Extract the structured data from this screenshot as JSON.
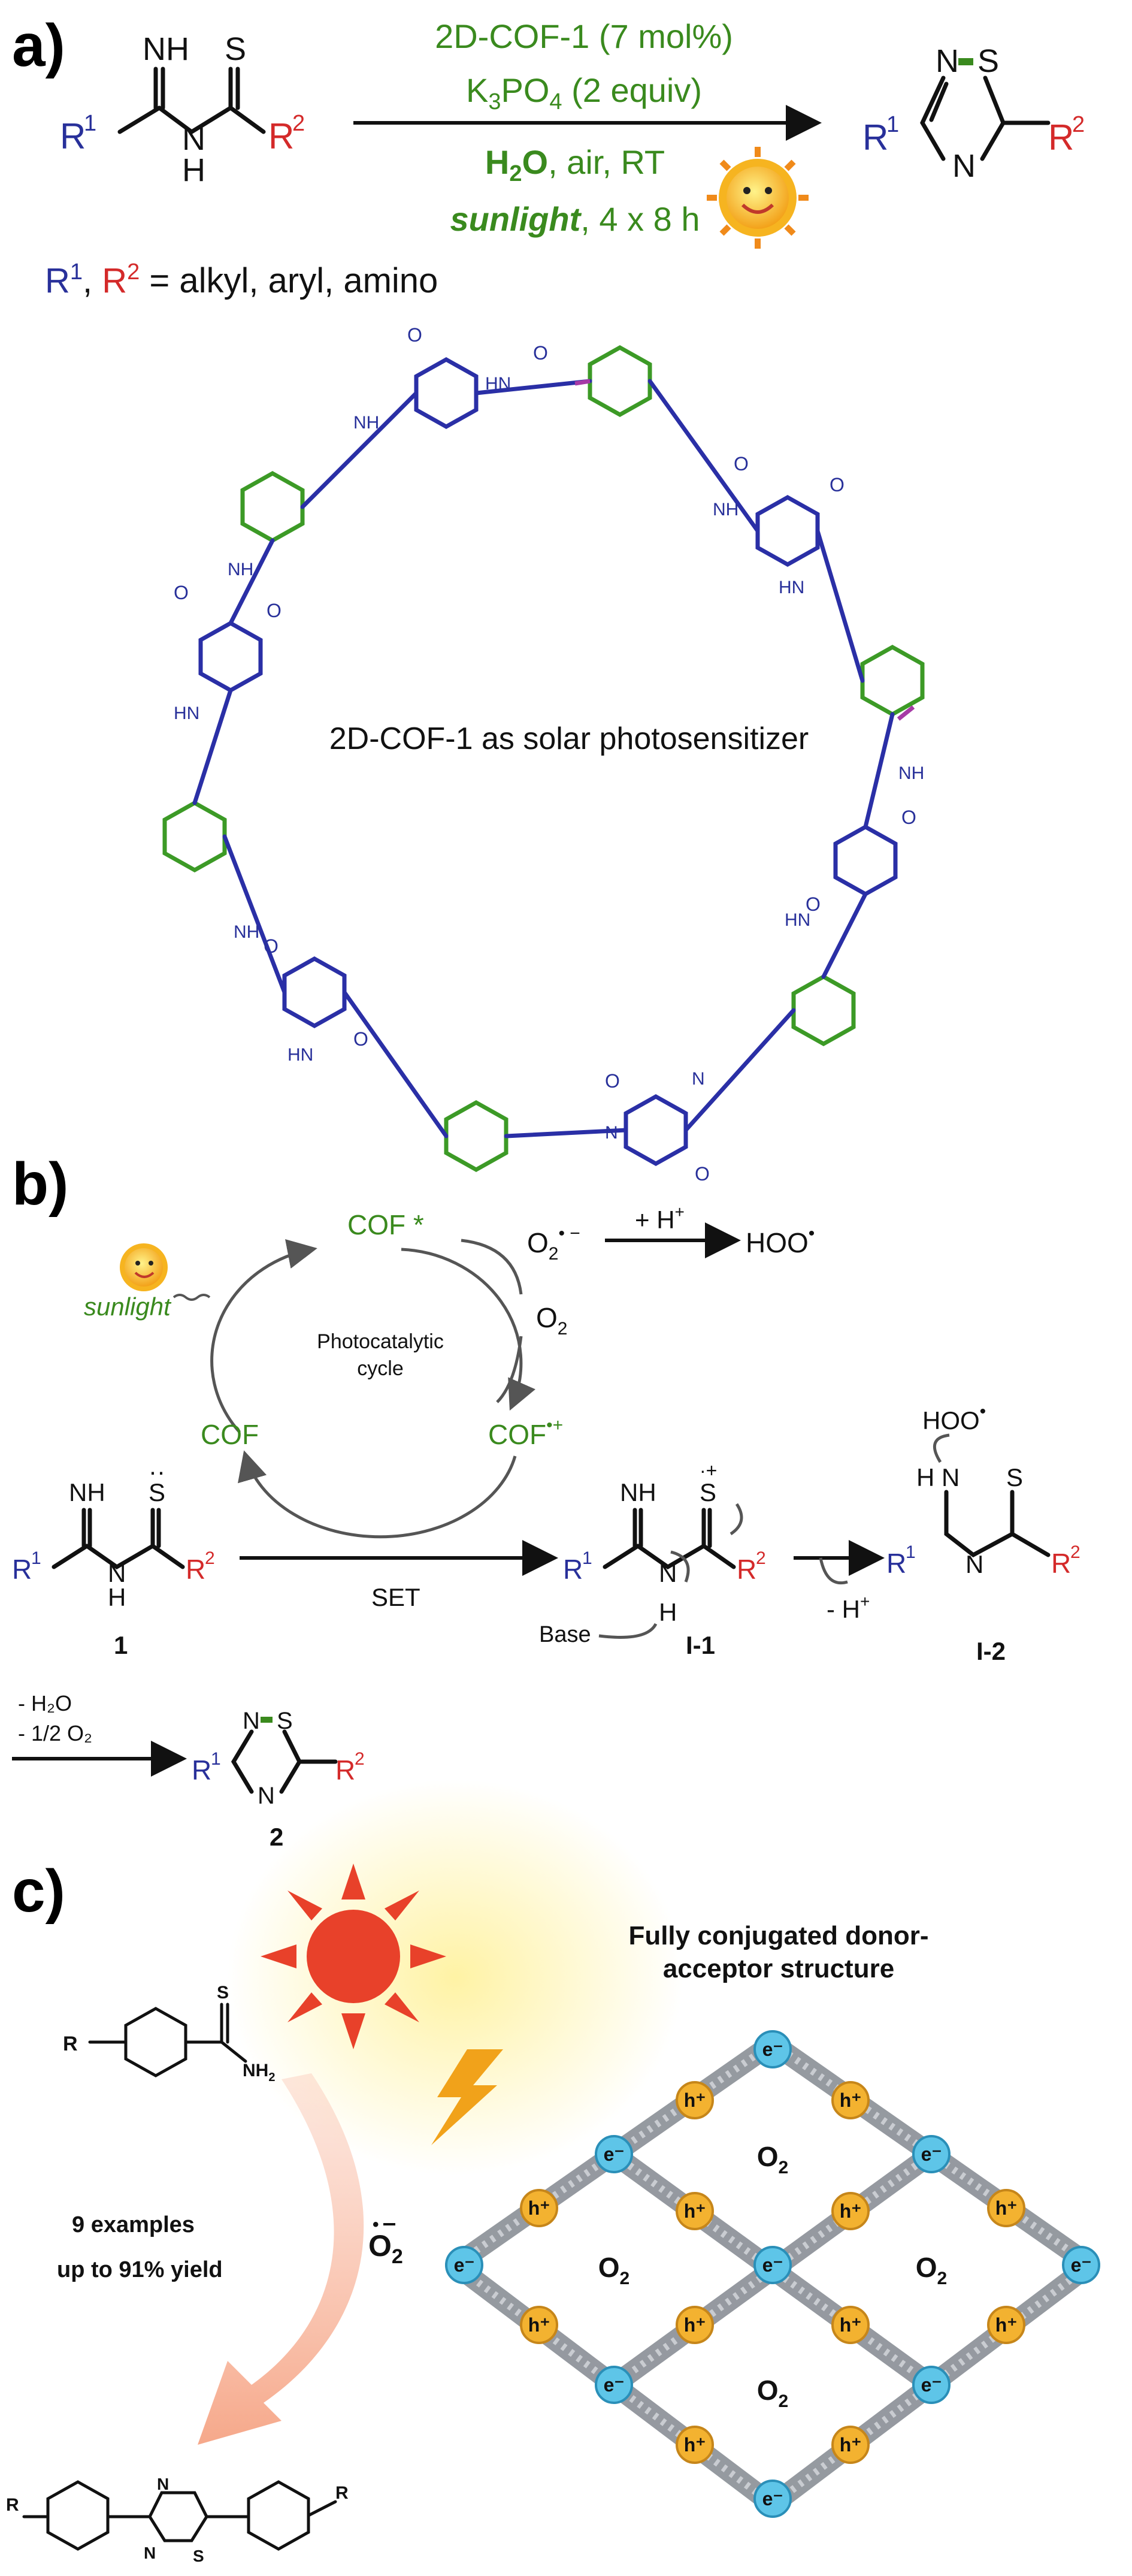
{
  "panel_a": {
    "label": "a)",
    "reactant": {
      "nh": "NH",
      "s": "S",
      "r1": "R",
      "r1_sup": "1",
      "n": "N",
      "h": "H",
      "r2": "R",
      "r2_sup": "2"
    },
    "conditions": {
      "line1": "2D-COF-1 (7 mol%)",
      "line2_pre": "K",
      "line2_sub1": "3",
      "line2_mid": "PO",
      "line2_sub2": "4",
      "line2_post": " (2 equiv)",
      "line3_bold": "H",
      "line3_sub": "2",
      "line3_bold2": "O",
      "line3_rest": ", air, RT",
      "line4_bold": "sunlight",
      "line4_rest": ", 4 x 8 h"
    },
    "product": {
      "n1": "N",
      "s": "S",
      "n2": "N",
      "r1": "R",
      "r1_sup": "1",
      "r2": "R",
      "r2_sup": "2"
    },
    "substituents": {
      "r1": "R",
      "r1_sup": "1",
      "comma": ", ",
      "r2": "R",
      "r2_sup": "2",
      "rest": " = alkyl, aryl, amino"
    },
    "cof_label": "2D-COF-1 as solar photosensitizer",
    "cof_atoms": {
      "o": "O",
      "nh": "NH",
      "hn": "HN",
      "n": "N",
      "n_eq": "N"
    }
  },
  "panel_b": {
    "label": "b)",
    "cof_star": "COF *",
    "o2_minus": "O",
    "o2_sub": "2",
    "o2_sup": "• −",
    "plus_h": "+ H",
    "plus_h_sup": "+",
    "hoo": "HOO",
    "hoo_sup": "•",
    "o2": "O",
    "sunlight": "sunlight",
    "cycle_label1": "Photocatalytic",
    "cycle_label2": "cycle",
    "cof": "COF",
    "cof_plus": "COF",
    "cof_plus_sup": "•+",
    "set": "SET",
    "minus_h": "- H",
    "minus_h_sup": "+",
    "base": "Base",
    "cmpd1": "1",
    "cmpd_i1": "I-1",
    "cmpd_i2": "I-2",
    "cmpd2": "2",
    "minus_h2o": "- H₂O",
    "minus_half_o2": "- 1/2 O₂",
    "hoo_top": "HOO"
  },
  "panel_c": {
    "label": "c)",
    "heading1": "Fully conjugated donor-",
    "heading2": "acceptor structure",
    "examples1": "9 examples",
    "examples2": "up to 91% yield",
    "o2_radical": "O",
    "o2_radical_sub": "2",
    "r": "R",
    "s": "S",
    "nh2": "NH",
    "nh2_sub": "2",
    "e": "e⁻",
    "h": "h⁺",
    "pore_o2": "O",
    "pore_o2_sub": "2",
    "prod_n": "N",
    "prod_s": "S"
  },
  "colors": {
    "green": "#3a8a1e",
    "blue": "#28309a",
    "red": "#d42a2a",
    "sun": "#e8412a",
    "bolt": "#f1a21a"
  }
}
